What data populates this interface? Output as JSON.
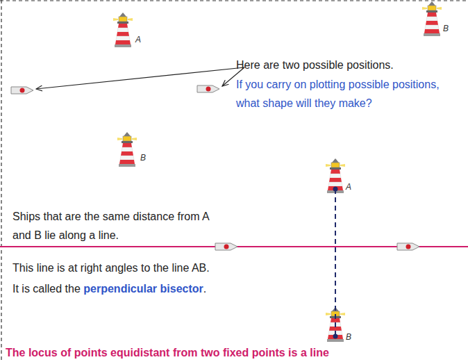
{
  "diagram": {
    "labels": [
      "A",
      "B",
      "B",
      "Here are two possible positions.",
      "If you carry on plotting possible positions, what shape will they make?",
      "Ships that are the same distance from A and B lie along a line.",
      "This line is at right angles to the line AB.",
      "It is called the",
      "perpendicular bisector",
      ".",
      "A",
      "B",
      "The locus of points equidistant from two fixed points is a line"
    ]
  }
}
